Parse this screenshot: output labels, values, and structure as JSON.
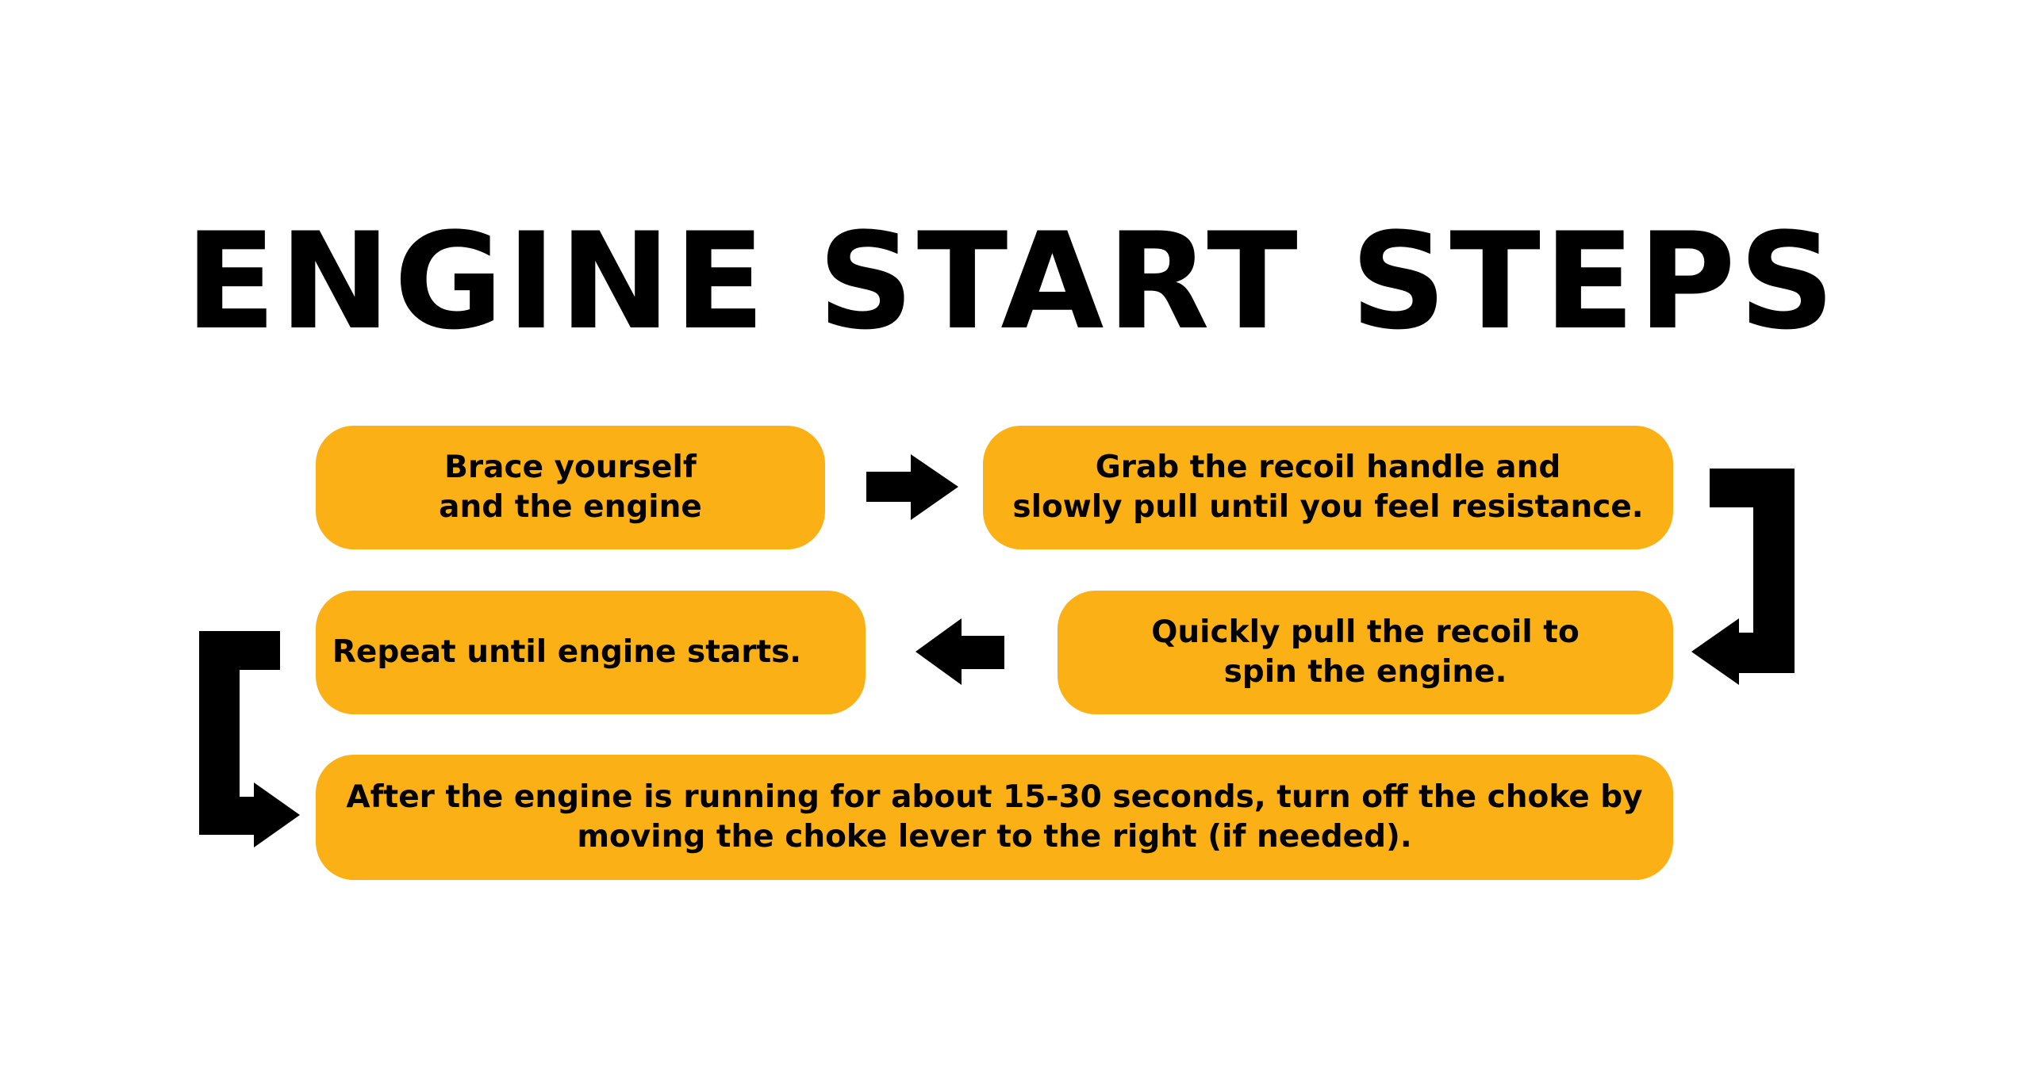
{
  "title": "ENGINE START STEPS",
  "colors": {
    "box_fill": "#fbb116",
    "text": "#000000",
    "arrow": "#000000",
    "background": "#ffffff"
  },
  "steps": [
    {
      "text": "Brace yourself\nand the engine"
    },
    {
      "text": "Grab the recoil handle and\nslowly pull until you feel resistance."
    },
    {
      "text": "Quickly pull the recoil to\nspin the engine."
    },
    {
      "text": "Repeat until engine starts."
    },
    {
      "text": "After the engine is running for about 15-30 seconds, turn off the choke by\nmoving the choke lever to the right (if needed)."
    }
  ]
}
